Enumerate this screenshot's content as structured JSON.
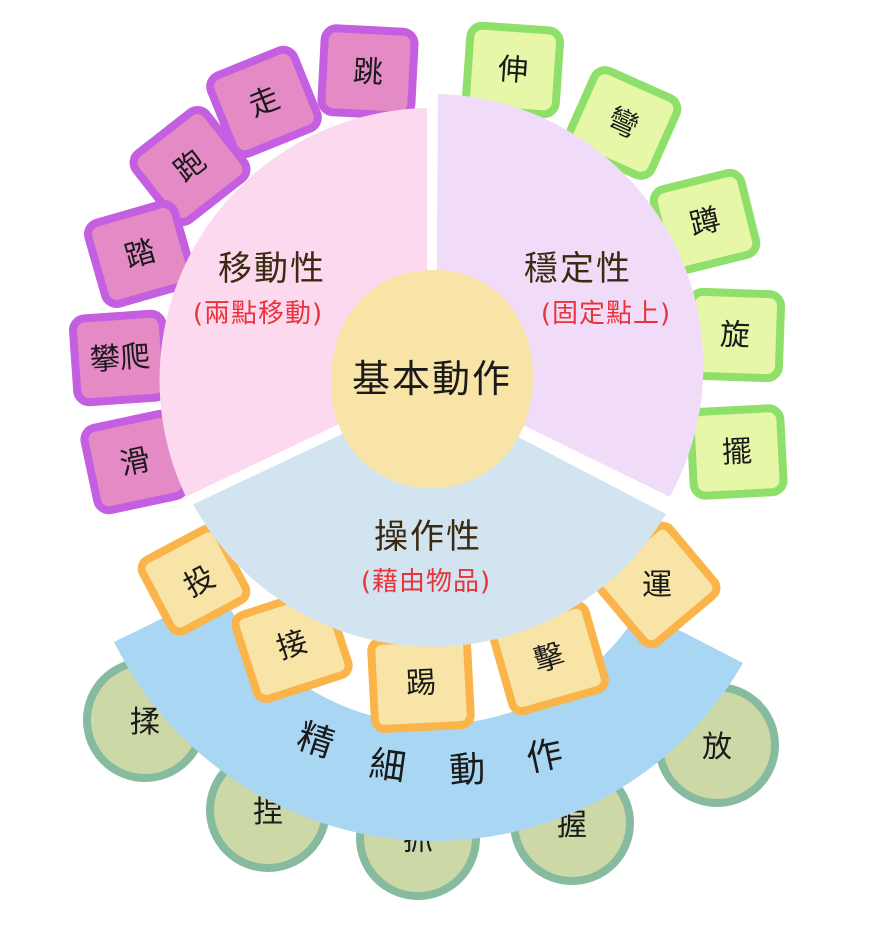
{
  "center": {
    "label": "基本動作"
  },
  "sectors": {
    "locomotion": {
      "title": "移動性",
      "subtitle": "(兩點移動)",
      "fill": "#fcd9ee"
    },
    "stability": {
      "title": "穩定性",
      "subtitle": "(固定點上)",
      "fill": "#f0dcf8"
    },
    "manipulation": {
      "title": "操作性",
      "subtitle": "(藉由物品)",
      "fill": "#d3e4f1"
    }
  },
  "locomotion_items": [
    "跳",
    "走",
    "跑",
    "踏",
    "攀爬",
    "滑"
  ],
  "stability_items": [
    "伸",
    "彎",
    "蹲",
    "旋",
    "擺"
  ],
  "manipulation_items": [
    "投",
    "接",
    "踢",
    "擊",
    "運"
  ],
  "fine_motor": {
    "title_chars": [
      "精",
      "細",
      "動",
      "作"
    ],
    "items": [
      "揉",
      "捏",
      "抓",
      "握",
      "放"
    ]
  },
  "colors": {
    "locomotion_tile_fill": "#e48bc6",
    "locomotion_tile_border": "#c35fe0",
    "stability_tile_fill": "#e6f7a8",
    "stability_tile_border": "#8ee06a",
    "manipulation_tile_fill": "#f8e4a6",
    "manipulation_tile_border": "#fbb44a",
    "fine_band": "#a9d6f2",
    "fine_circle_fill": "#cdd8a7",
    "fine_circle_border": "#86bba0",
    "center_fill": "#f8e4a6",
    "subtitle_color": "#e8333a"
  }
}
